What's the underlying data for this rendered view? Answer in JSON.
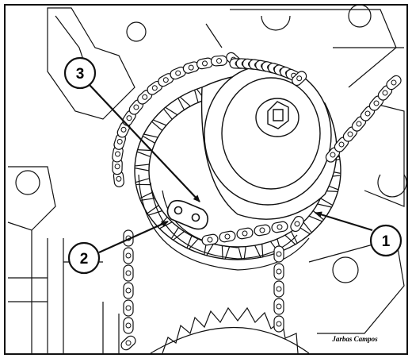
{
  "diagram": {
    "callouts": [
      {
        "label": "1"
      },
      {
        "label": "2"
      },
      {
        "label": "3"
      }
    ],
    "credit": "Jarbas Campos"
  },
  "colors": {
    "line": "#111111",
    "background": "#ffffff"
  }
}
